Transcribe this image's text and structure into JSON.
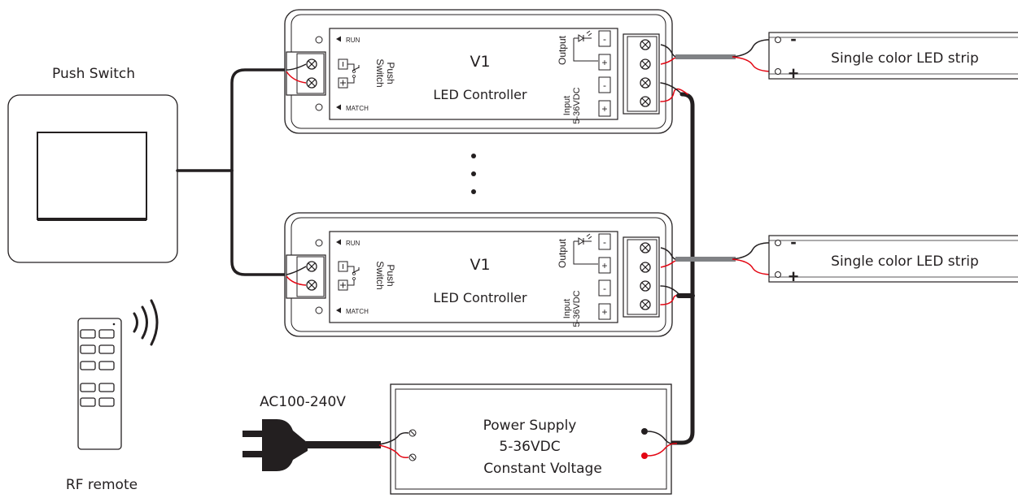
{
  "push_switch": {
    "label": "Push Switch"
  },
  "rf_remote": {
    "label": "RF remote"
  },
  "ac_input": {
    "label": "AC100-240V"
  },
  "controllers": [
    {
      "model": "V1",
      "name": "LED Controller",
      "run_label": "RUN",
      "match_label": "MATCH",
      "push_switch_text": [
        "Push",
        "Switch"
      ],
      "output_label": "Output",
      "input_label": [
        "Input",
        "5-36VDC"
      ],
      "minus": "-",
      "plus": "+"
    },
    {
      "model": "V1",
      "name": "LED Controller",
      "run_label": "RUN",
      "match_label": "MATCH",
      "push_switch_text": [
        "Push",
        "Switch"
      ],
      "output_label": "Output",
      "input_label": [
        "Input",
        "5-36VDC"
      ],
      "minus": "-",
      "plus": "+"
    }
  ],
  "led_strips": [
    {
      "label": "Single color LED strip",
      "minus": "-",
      "plus": "+"
    },
    {
      "label": "Single color LED strip",
      "minus": "-",
      "plus": "+"
    }
  ],
  "power_supply": {
    "lines": [
      "Power Supply",
      "5-36VDC",
      "Constant Voltage"
    ]
  },
  "colors": {
    "wire_black": "#231f20",
    "wire_red": "#e30613",
    "cable_grey": "#808285"
  }
}
